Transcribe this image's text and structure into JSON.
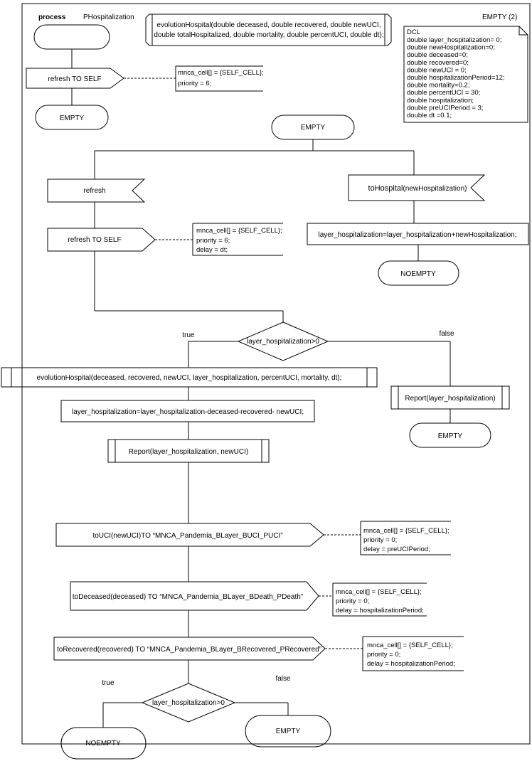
{
  "header": {
    "process_keyword": "process",
    "process_name": "PHospitalization",
    "page_label": "EMPTY (2)",
    "procedure_signature_line1": "evolutionHospital(double deceased, double recovered, double newUCI,",
    "procedure_signature_line2": "double totalHospitalized, double mortality, double percentUCI, double dt);"
  },
  "declarations": {
    "title": "DCL",
    "lines": [
      "double layer_hospitalization= 0;",
      "double newHospitalization=0;",
      "double deceased=0;",
      "double recovered=0;",
      "double newUCI = 0;",
      "double hospitalizationPeriod=12;",
      "double mortality=0.2;",
      "double percentUCI = 30;",
      "double hospitalization;",
      "double preUCIPeriod = 3;",
      "double dt =0.1;"
    ]
  },
  "start": {
    "output_refresh": "refresh TO SELF",
    "comment1": [
      "mnca_cell[] = {SELF_CELL};",
      "priority = 6;"
    ],
    "state_empty": "EMPTY"
  },
  "empty_state": {
    "state_label": "EMPTY",
    "input_refresh": "refresh",
    "output_refresh": "refresh TO SELF",
    "comment2": [
      "mnca_cell[] = {SELF_CELL};",
      "priority = 6;",
      "delay = dt;"
    ],
    "input_tohospital_prefix": "toHospital",
    "input_tohospital_suffix": "(newHospitalization)",
    "task_add": "layer_hospitalization=layer_hospitalization+newHospitalization;",
    "state_noempty": "NOEMPTY"
  },
  "decision1": {
    "condition": "layer_hospitalization>0",
    "true_label": "true",
    "false_label": "false",
    "call_evolution": "evolutionHospital(deceased, recovered, newUCI, layer_hospitalization, percentUCI, mortality, dt);",
    "task_subtract": "layer_hospitalization=layer_hospitalization-deceased-recovered- newUCI;",
    "call_report_uci": "Report(layer_hospitalization, newUCI)",
    "call_report_false": "Report(layer_hospitalization)",
    "state_empty_false": "EMPTY"
  },
  "outputs": {
    "to_uci": "toUCI(newUCI)TO “MNCA_Pandemia_BLayer_BUCI_PUCI”",
    "comment_uci": [
      "mnca_cell[] = {SELF_CELL};",
      "priority = 0;",
      "delay = preUCIPeriod;"
    ],
    "to_deceased": "toDeceased(deceased) TO “MNCA_Pandemia_BLayer_BDeath_PDeath”",
    "comment_deceased": [
      "mnca_cell[] = {SELF_CELL};",
      "priority = 0;",
      "delay = hospitalizationPeriod;"
    ],
    "to_recovered": "toRecovered(recovered) TO “MNCA_Pandemia_BLayer_BRecovered_PRecovered”",
    "comment_recovered": [
      "mnca_cell[] = {SELF_CELL};",
      "priority = 0;",
      "delay = hospitalizationPeriod;"
    ]
  },
  "decision2": {
    "condition": "layer_hospitalization>0",
    "true_label": "true",
    "false_label": "false",
    "state_noempty": "NOEMPTY",
    "state_empty": "EMPTY"
  }
}
